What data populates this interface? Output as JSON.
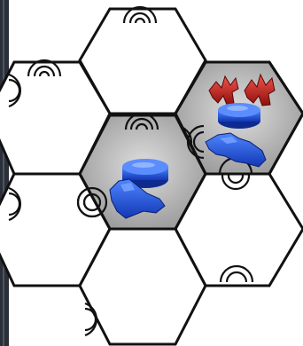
{
  "board": {
    "background": "#ffffff",
    "line_color": "#111111",
    "occupied_fill": "#b9b9b9",
    "hexes": [
      {
        "id": "hex-top",
        "state": "empty"
      },
      {
        "id": "hex-upper-left",
        "state": "empty"
      },
      {
        "id": "hex-right-upper",
        "state": "occupied",
        "pieces": [
          "red-unit",
          "red-unit",
          "blue-base",
          "blue-unit"
        ]
      },
      {
        "id": "hex-center",
        "state": "occupied",
        "pieces": [
          "blue-base",
          "blue-unit"
        ]
      },
      {
        "id": "hex-left-lower",
        "state": "empty"
      },
      {
        "id": "hex-right-lower",
        "state": "empty"
      },
      {
        "id": "hex-bottom",
        "state": "empty"
      }
    ]
  },
  "pieces": {
    "blue_color": "#1f4ee0",
    "red_color": "#c41a14",
    "icons": [
      "blue-base-icon",
      "blue-unit-icon",
      "red-unit-icon"
    ]
  },
  "frame": {
    "left_bar_color": "#2b3038"
  }
}
